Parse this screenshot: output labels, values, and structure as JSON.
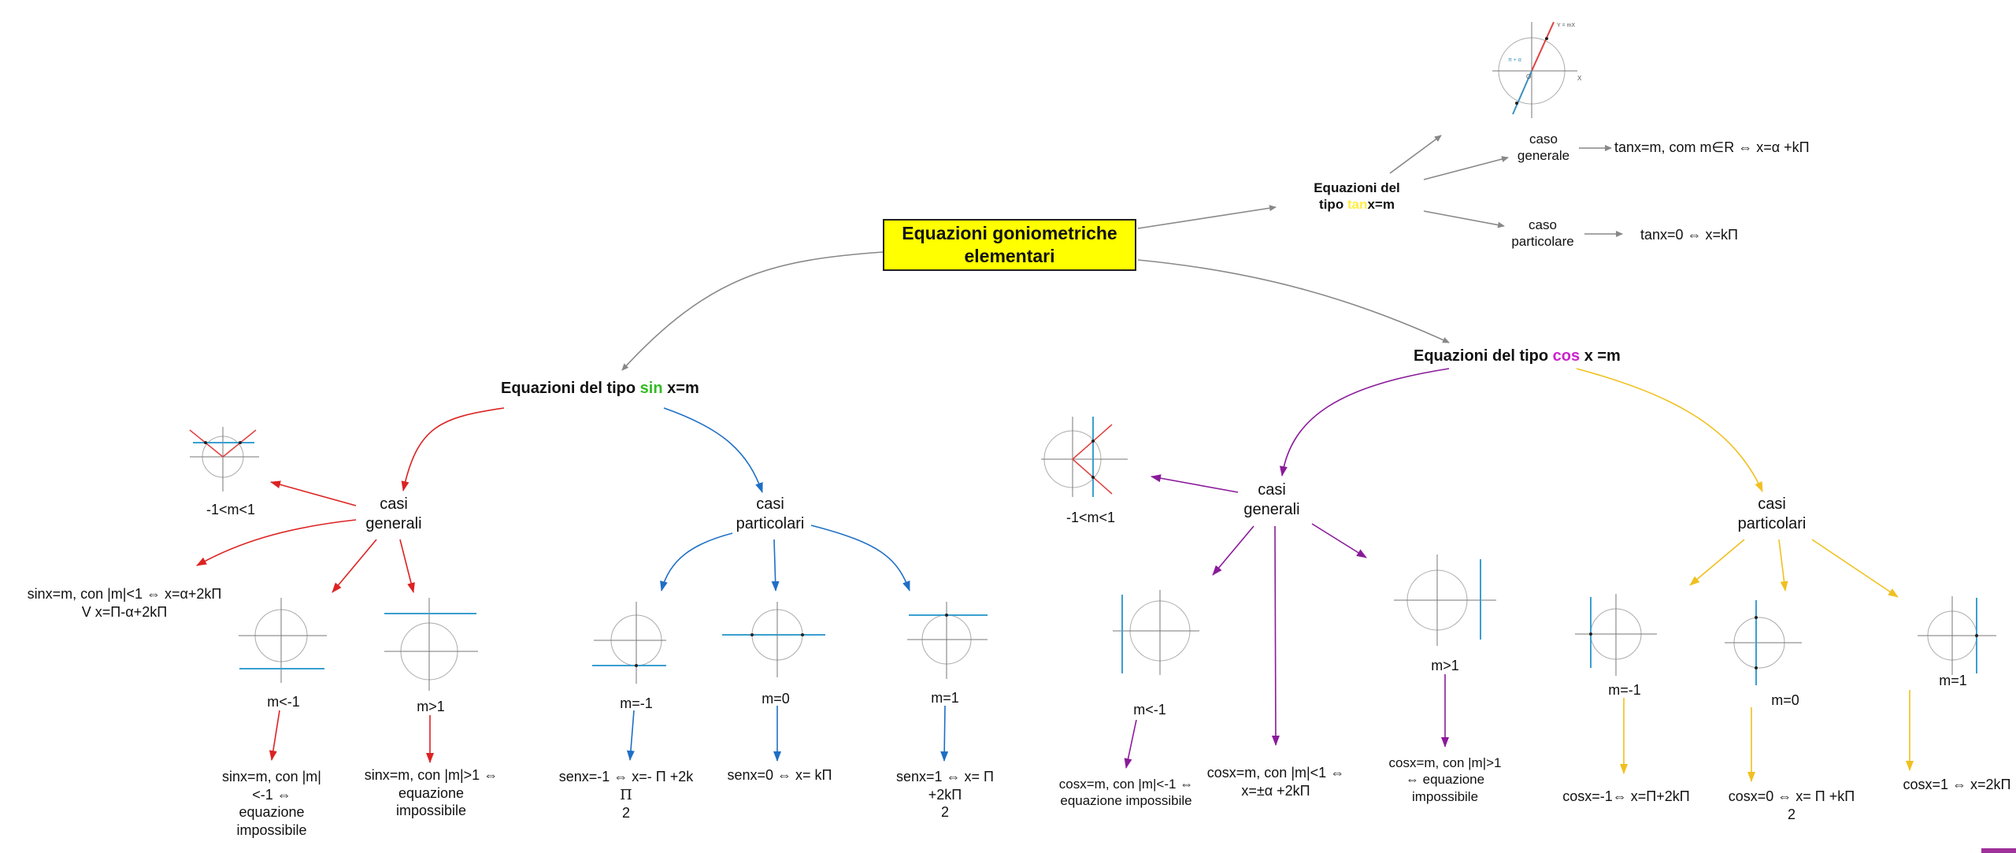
{
  "root": {
    "line1": "Equazioni  goniometriche",
    "line2": "elementari"
  },
  "colors": {
    "root_fill": "#ffff00",
    "gray_edge": "#888888",
    "sin_edge": "#dd2222",
    "sin_part_edge": "#1f6fc5",
    "cos_gen_edge": "#8a1a9a",
    "cos_part_edge": "#f0c020",
    "sin_word": "#33bb22",
    "cos_word": "#cc22cc",
    "tan_word": "#ffee44"
  },
  "tan": {
    "title_line1": "Equazioni  del",
    "title_pre": "tipo ",
    "title_fn": "tan",
    "title_post": "x=m",
    "generale_label_1": "caso",
    "generale_label_2": "generale",
    "generale_formula": "tanx=m, com m∈R ⇔ x=α +kΠ",
    "particolare_label_1": "caso",
    "particolare_label_2": "particolare",
    "particolare_formula": "tanx=0 ⇔ x=kΠ"
  },
  "sin": {
    "title_pre": "Equazioni  del  tipo  ",
    "title_fn": "sin",
    "title_post": " x=m",
    "generali_1": "casi",
    "generali_2": "generali",
    "particolari_1": "casi",
    "particolari_2": "particolari",
    "range_label": "-1˂m˂1",
    "range_formula_1": "sinx=m, con |m|˂1 ⇔ x=α+2kΠ",
    "range_formula_2": "V x=Π-α+2kΠ",
    "lt_label": "m˂-1",
    "lt_formula_1": "sinx=m, con |m|",
    "lt_formula_2": "˂-1 ⇔",
    "lt_formula_3": "equazione",
    "lt_formula_4": "impossibile",
    "gt_label": "m˃1",
    "gt_formula_1": "sinx=m, con |m|˃1 ⇔",
    "gt_formula_2": "equazione",
    "gt_formula_3": "impossibile",
    "m_neg1_label": "m=-1",
    "m_neg1_formula_1": "senx=-1 ⇔ x=- Π +2k",
    "m_neg1_formula_2": "Π",
    "m_neg1_formula_3": "2",
    "m0_label": "m=0",
    "m0_formula": "senx=0 ⇔ x= kΠ",
    "m1_label": "m=1",
    "m1_formula_1": "senx=1 ⇔ x= Π",
    "m1_formula_2": "+2kΠ",
    "m1_formula_3": "2"
  },
  "cos": {
    "title_pre": "Equazioni  del  tipo  ",
    "title_fn": "cos",
    "title_post": " x =m",
    "generali_1": "casi",
    "generali_2": "generali",
    "particolari_1": "casi",
    "particolari_2": "particolari",
    "range_label": "-1˂m˂1",
    "range_formula_1": "cosx=m, con |m|˂1 ⇔",
    "range_formula_2": "x=±α +2kΠ",
    "lt_label": "m˂-1",
    "lt_formula_1": "cosx=m, con |m|˂-1 ⇔",
    "lt_formula_2": "equazione  impossibile",
    "gt_label": "m˃1",
    "gt_formula_1": "cosx=m, con |m|˃1",
    "gt_formula_2": "⇔ equazione",
    "gt_formula_3": "impossibile",
    "m_neg1_label": "m=-1",
    "m_neg1_formula": "cosx=-1⇔ x=Π+2kΠ",
    "m0_label": "m=0",
    "m0_formula_1": "cosx=0 ⇔ x= Π +kΠ",
    "m0_formula_2": "2",
    "m1_label": "m=1",
    "m1_formula": "cosx=1 ⇔ x=2kΠ"
  },
  "icons": [
    "unit-circle-tan-diagram",
    "unit-circle-sin-range-diagram",
    "unit-circle-sin-lt-diagram",
    "unit-circle-sin-gt-diagram",
    "unit-circle-sin-m-neg1-diagram",
    "unit-circle-sin-m0-diagram",
    "unit-circle-sin-m1-diagram",
    "unit-circle-cos-range-diagram",
    "unit-circle-cos-lt-diagram",
    "unit-circle-cos-gt-diagram",
    "unit-circle-cos-m-neg1-diagram",
    "unit-circle-cos-m0-diagram",
    "unit-circle-cos-m1-diagram"
  ]
}
